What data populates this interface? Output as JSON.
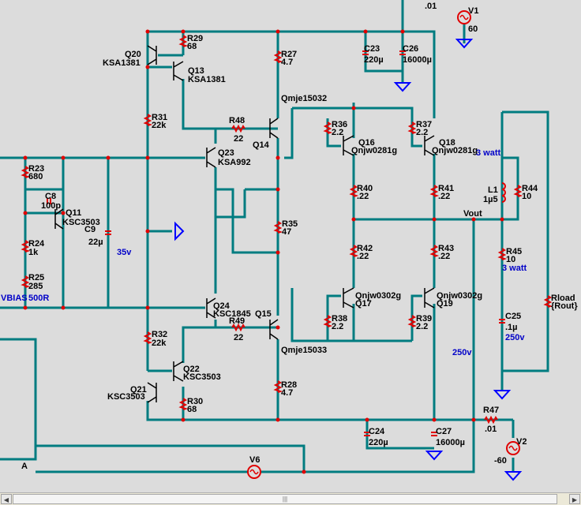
{
  "schematic": {
    "components": {
      "V1": {
        "name": "V1",
        "value": "60"
      },
      "V2": {
        "name": "V2",
        "value": "-60"
      },
      "V6": {
        "name": "V6"
      },
      "R29": {
        "name": "R29",
        "value": "68"
      },
      "R30": {
        "name": "R30",
        "value": "68"
      },
      "R27": {
        "name": "R27",
        "value": "4.7"
      },
      "R28": {
        "name": "R28",
        "value": "4.7"
      },
      "R31": {
        "name": "R31",
        "value": "22k"
      },
      "R32": {
        "name": "R32",
        "value": "22k"
      },
      "R48": {
        "name": "R48",
        "value": "22"
      },
      "R49": {
        "name": "R49",
        "value": "22"
      },
      "R23": {
        "name": "R23",
        "value": "680"
      },
      "R24": {
        "name": "R24",
        "value": "1k"
      },
      "R25": {
        "name": "R25",
        "value": "285"
      },
      "R35": {
        "name": "R35",
        "value": "47"
      },
      "R36": {
        "name": "R36",
        "value": "2.2"
      },
      "R37": {
        "name": "R37",
        "value": "2.2"
      },
      "R38": {
        "name": "R38",
        "value": "2.2"
      },
      "R39": {
        "name": "R39",
        "value": "2.2"
      },
      "R40": {
        "name": "R40",
        "value": ".22"
      },
      "R41": {
        "name": "R41",
        "value": ".22"
      },
      "R42": {
        "name": "R42",
        "value": ".22"
      },
      "R43": {
        "name": "R43",
        "value": ".22"
      },
      "R44": {
        "name": "R44",
        "value": "10"
      },
      "R45": {
        "name": "R45",
        "value": "10"
      },
      "R47": {
        "name": "R47",
        "value": ".01"
      },
      "Rload": {
        "name": "Rload",
        "value": "{Rout}"
      },
      "C8": {
        "name": "C8",
        "value": "100p"
      },
      "C9": {
        "name": "C9",
        "value": "22µ"
      },
      "C23": {
        "name": "C23",
        "value": "220µ"
      },
      "C24": {
        "name": "C24",
        "value": "220µ"
      },
      "C25": {
        "name": "C25",
        "value": ".1µ"
      },
      "C26": {
        "name": "C26",
        "value": "16000µ"
      },
      "C27": {
        "name": "C27",
        "value": "16000µ"
      },
      "L1": {
        "name": "L1",
        "value": "1µ5"
      },
      "Q20": {
        "name": "Q20",
        "model": "KSA1381"
      },
      "Q13": {
        "name": "Q13",
        "model": "KSA1381"
      },
      "Q14": {
        "name": "Q14",
        "model": "Qmje15032"
      },
      "Q15": {
        "name": "Q15",
        "model": "Qmje15033"
      },
      "Q23": {
        "name": "Q23",
        "model": "KSA992"
      },
      "Q24": {
        "name": "Q24",
        "model": "KSC1845"
      },
      "Q11": {
        "name": "Q11",
        "model": "KSC3503"
      },
      "Q21": {
        "name": "Q21",
        "model": "KSC3503"
      },
      "Q22": {
        "name": "Q22",
        "model": "KSC3503"
      },
      "Q16": {
        "name": "Q16",
        "model": "Qnjw0281g"
      },
      "Q18": {
        "name": "Q18",
        "model": "Qnjw0281g"
      },
      "Q17": {
        "name": "Q17",
        "model": "Qnjw0302g"
      },
      "Q19": {
        "name": "Q19",
        "model": "Qnjw0302g"
      }
    },
    "annotations": {
      "top_value": ".01",
      "vbias": "VBIAS",
      "vbias_value": "500R",
      "v35": "35v",
      "v250a": "250v",
      "v250b": "250v",
      "watt1": "3 watt",
      "watt2": "3 watt",
      "vout": "Vout",
      "node_a": "A"
    }
  },
  "colors": {
    "wire": "#007c80",
    "component": "#e00000",
    "label": "#000000",
    "annotation": "#0000c8",
    "ground": "#0000ff",
    "background": "#dcdcdc"
  },
  "scrollbar": {
    "left_icon": "left-arrow-icon",
    "right_icon": "right-arrow-icon",
    "grip": "|||"
  }
}
